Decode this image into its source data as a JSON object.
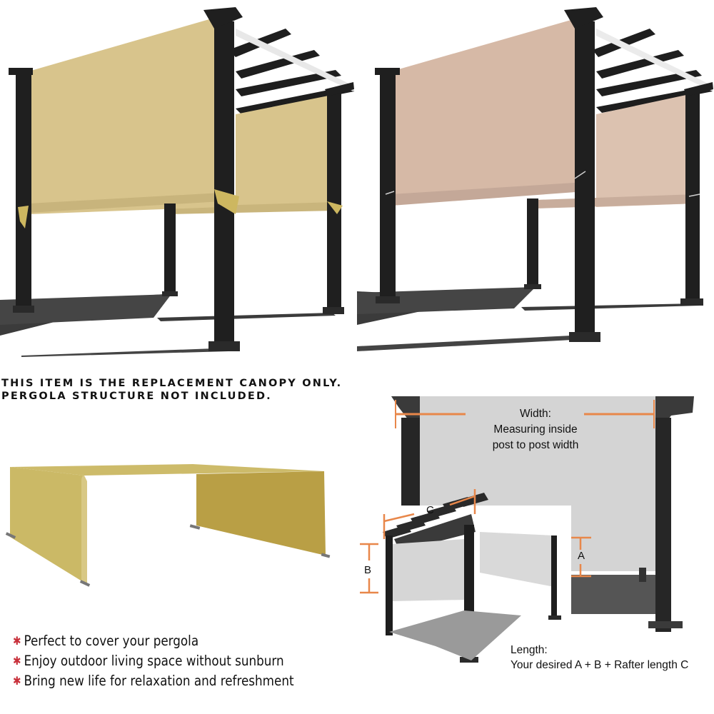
{
  "product": {
    "images": [
      {
        "name": "sand-pergola-photo",
        "canopy_color": "#d8c48c",
        "description": "Pergola with sand/beige retractable canopy tied to posts"
      },
      {
        "name": "beige-pergola-photo",
        "canopy_color": "#d6b9a6",
        "description": "Pergola with pinkish beige retractable canopy"
      },
      {
        "name": "canopy-only-render",
        "canopy_color": "#c9b560",
        "description": "Replacement canopy shown alone"
      },
      {
        "name": "measurement-diagram",
        "canopy_color": "#d4d4d4",
        "description": "Measurement guide for pergola canopy"
      }
    ]
  },
  "notice": {
    "line1": "THIS ITEM IS THE REPLACEMENT CANOPY ONLY.",
    "line2": "PERGOLA STRUCTURE NOT INCLUDED."
  },
  "features": {
    "bullet_icon": "star-icon",
    "bullet_glyph": "✱",
    "bullet_color": "#c8303a",
    "items": [
      {
        "label": "Perfect to cover your pergola"
      },
      {
        "label": "Enjoy outdoor living space without sunburn"
      },
      {
        "label": "Bring new life for relaxation and refreshment"
      }
    ]
  },
  "diagram": {
    "accent_color": "#e8874a",
    "width": {
      "title": "Width:",
      "line1": "Measuring inside",
      "line2": "post to post width"
    },
    "length": {
      "title": "Length:",
      "formula": "Your desired A + B + Rafter length C"
    },
    "markers": {
      "a": "A",
      "b": "B",
      "c": "C"
    }
  },
  "colors": {
    "post": "#1f1f1f",
    "shadow": "#3a3a3a",
    "sand": "#d8c48c",
    "beige": "#d6b9a6",
    "khaki": "#c9b560",
    "grey_fabric": "#d4d4d4"
  }
}
